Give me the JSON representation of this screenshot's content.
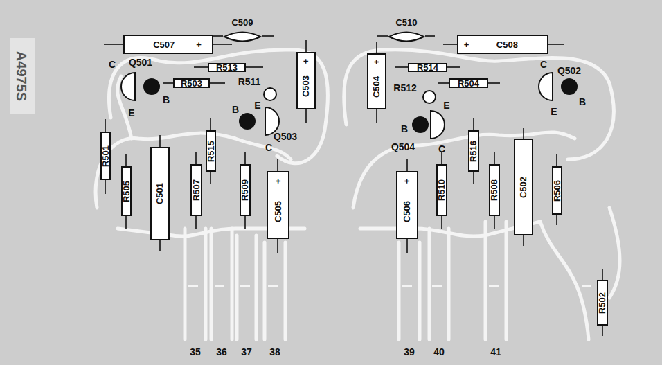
{
  "diagram": {
    "nodes": [
      {
        "text": [
          "C507",
          "+"
        ]
      },
      {
        "text": [
          "C509"
        ]
      },
      {
        "text": [
          "R513"
        ]
      },
      {
        "text": [
          "R503"
        ]
      },
      {
        "text": [
          "C503",
          "+"
        ]
      },
      {
        "text": [
          "C504",
          "+"
        ]
      },
      {
        "text": [
          "C510"
        ]
      },
      {
        "text": [
          "+",
          "C508"
        ]
      },
      {
        "text": [
          "R514"
        ]
      },
      {
        "text": [
          "R504"
        ]
      },
      {
        "text": [
          "R501"
        ]
      },
      {
        "text": [
          "R505"
        ]
      },
      {
        "text": [
          "C501"
        ]
      },
      {
        "text": [
          "R515"
        ]
      },
      {
        "text": [
          "R507"
        ]
      },
      {
        "text": [
          "R509"
        ]
      },
      {
        "text": [
          "C505",
          "+"
        ]
      },
      {
        "text": [
          "C506",
          "+"
        ]
      },
      {
        "text": [
          "R510"
        ]
      },
      {
        "text": [
          "R516"
        ]
      },
      {
        "text": [
          "R508"
        ]
      },
      {
        "text": [
          "C502"
        ]
      },
      {
        "text": [
          "R506"
        ]
      },
      {
        "text": [
          "R502"
        ]
      }
    ],
    "labels": [
      "C",
      "Q501",
      "B",
      "E",
      "R511",
      "E",
      "B",
      "Q503",
      "C",
      "R512",
      "E",
      "B",
      "Q504",
      "C",
      "C",
      "Q502",
      "B",
      "E",
      "A4975S",
      "35",
      "36",
      "37",
      "38",
      "39",
      "40",
      "41"
    ]
  }
}
